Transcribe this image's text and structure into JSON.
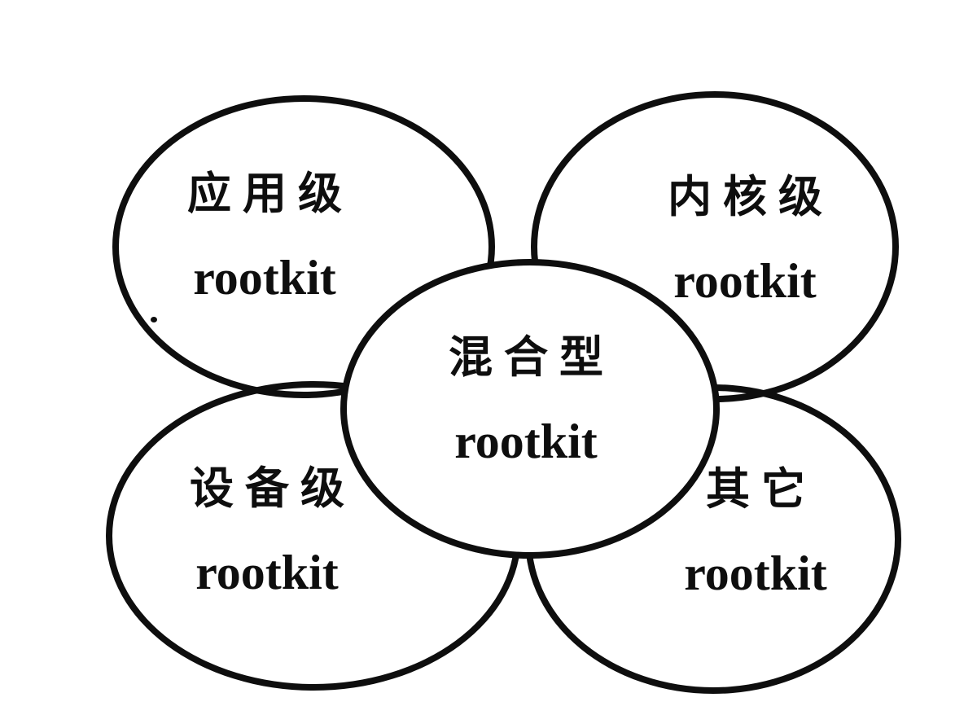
{
  "diagram": {
    "type": "overlapping-ellipse-classification",
    "background_color": "#ffffff",
    "stroke_color": "#0e0e0e",
    "nodes": [
      {
        "id": "application",
        "position": "top-left",
        "line1": "应用级",
        "line2": "rootkit"
      },
      {
        "id": "kernel",
        "position": "top-right",
        "line1": "内核级",
        "line2": "rootkit"
      },
      {
        "id": "device",
        "position": "bottom-left",
        "line1": "设备级",
        "line2": "rootkit"
      },
      {
        "id": "other",
        "position": "bottom-right",
        "line1": "其它",
        "line2": "rootkit"
      },
      {
        "id": "hybrid",
        "position": "center",
        "line1": "混合型",
        "line2": "rootkit"
      }
    ]
  }
}
